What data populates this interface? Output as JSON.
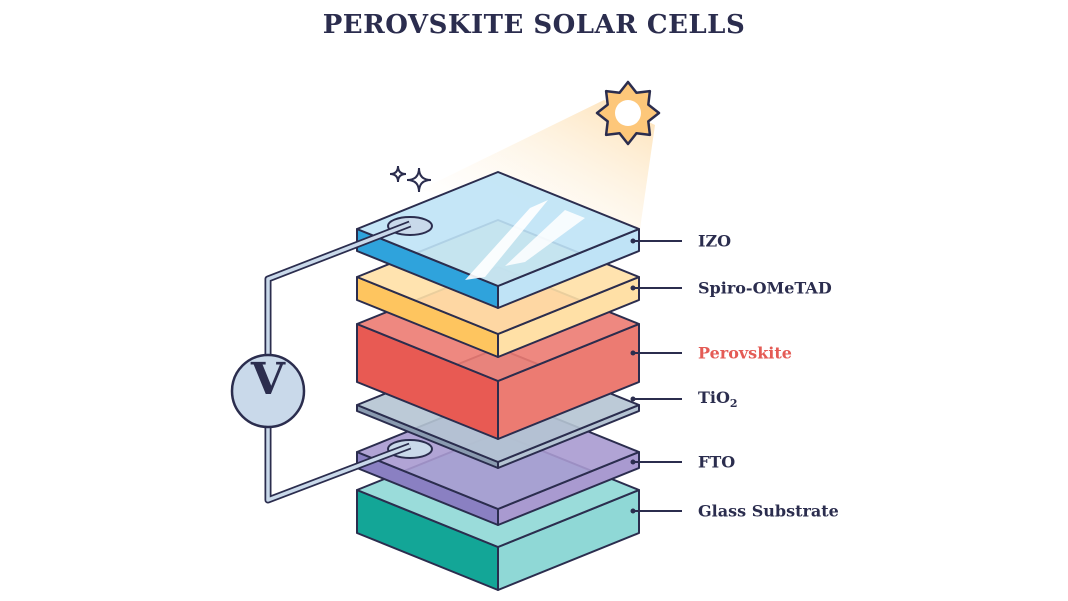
{
  "title": "PEROVSKITE SOLAR CELLS",
  "voltmeter_label": "V",
  "layers": [
    {
      "label": "IZO",
      "color_top": "#bfe3f6",
      "color_side": "#2fa3dc",
      "highlight": false
    },
    {
      "label": "Spiro-OMeTAD",
      "color_top": "#ffe0a6",
      "color_side": "#fec55f",
      "highlight": false
    },
    {
      "label": "Perovskite",
      "color_top": "#ec7b72",
      "color_side": "#e85a53",
      "highlight": true
    },
    {
      "label": "TiO",
      "sub": "2",
      "color_top": "#b5c4d3",
      "color_side": "#8a9bb0",
      "highlight": false
    },
    {
      "label": "FTO",
      "color_top": "#a99ad0",
      "color_side": "#8a80c2",
      "highlight": false
    },
    {
      "label": "Glass Substrate",
      "color_top": "#8fd8d6",
      "color_side": "#13a697",
      "highlight": false
    }
  ],
  "colors": {
    "outline": "#2b2d4e",
    "sun": "#fdc77a",
    "beam": "#fde0b3",
    "wire": "#c9d9ea"
  }
}
